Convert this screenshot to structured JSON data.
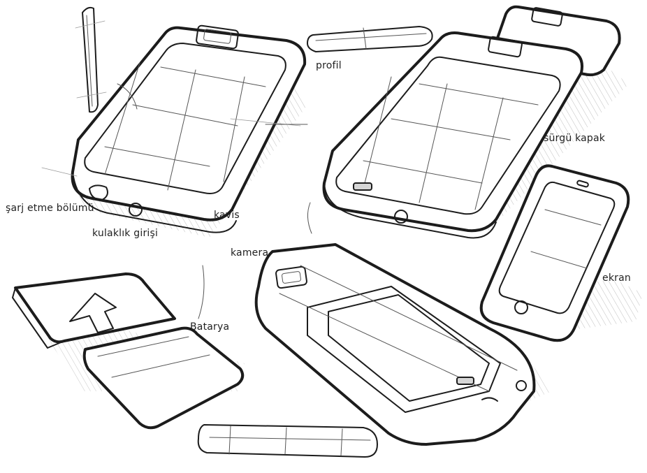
{
  "labels": {
    "profile": "profil",
    "sliding_cover": "sürgü kapak",
    "charging_section": "şarj etme bölümü",
    "headphone_jack": "kulaklık girişi",
    "curve": "kavis",
    "camera": "kamera",
    "screen": "ekran",
    "battery": "Batarya"
  },
  "colors": {
    "ink": "#1c1c1c",
    "background": "#ffffff",
    "hatch": "#8a8a8a",
    "label": "#222222"
  }
}
